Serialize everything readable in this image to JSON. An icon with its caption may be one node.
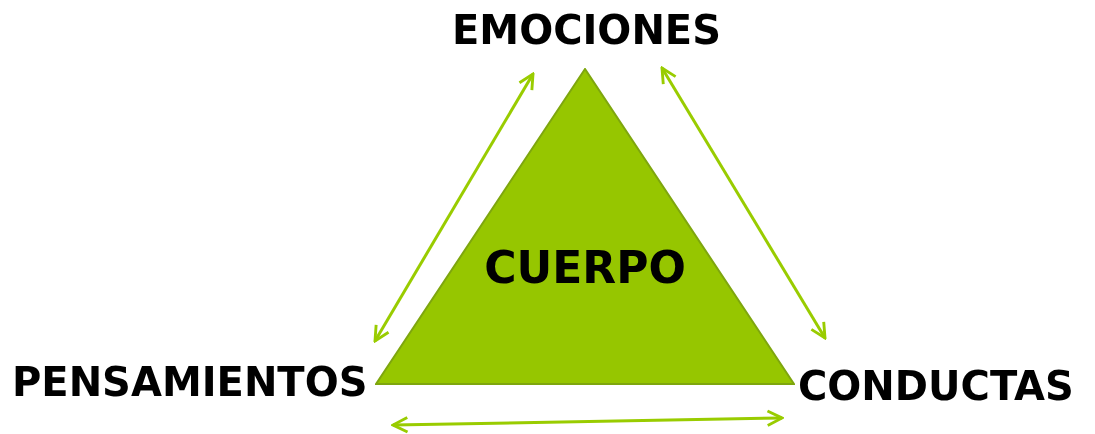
{
  "diagram": {
    "nodes": [
      {
        "text": [
          "EMOCIONES"
        ]
      },
      {
        "text": [
          "CUERPO"
        ]
      },
      {
        "text": [
          "PENSAMIENTOS"
        ]
      },
      {
        "text": [
          "CONDUCTAS"
        ]
      }
    ],
    "edges": [
      {
        "from": 0,
        "to": 2,
        "arrow": "both"
      },
      {
        "from": 0,
        "to": 3,
        "arrow": "both"
      },
      {
        "from": 2,
        "to": 3,
        "arrow": "both"
      }
    ]
  }
}
